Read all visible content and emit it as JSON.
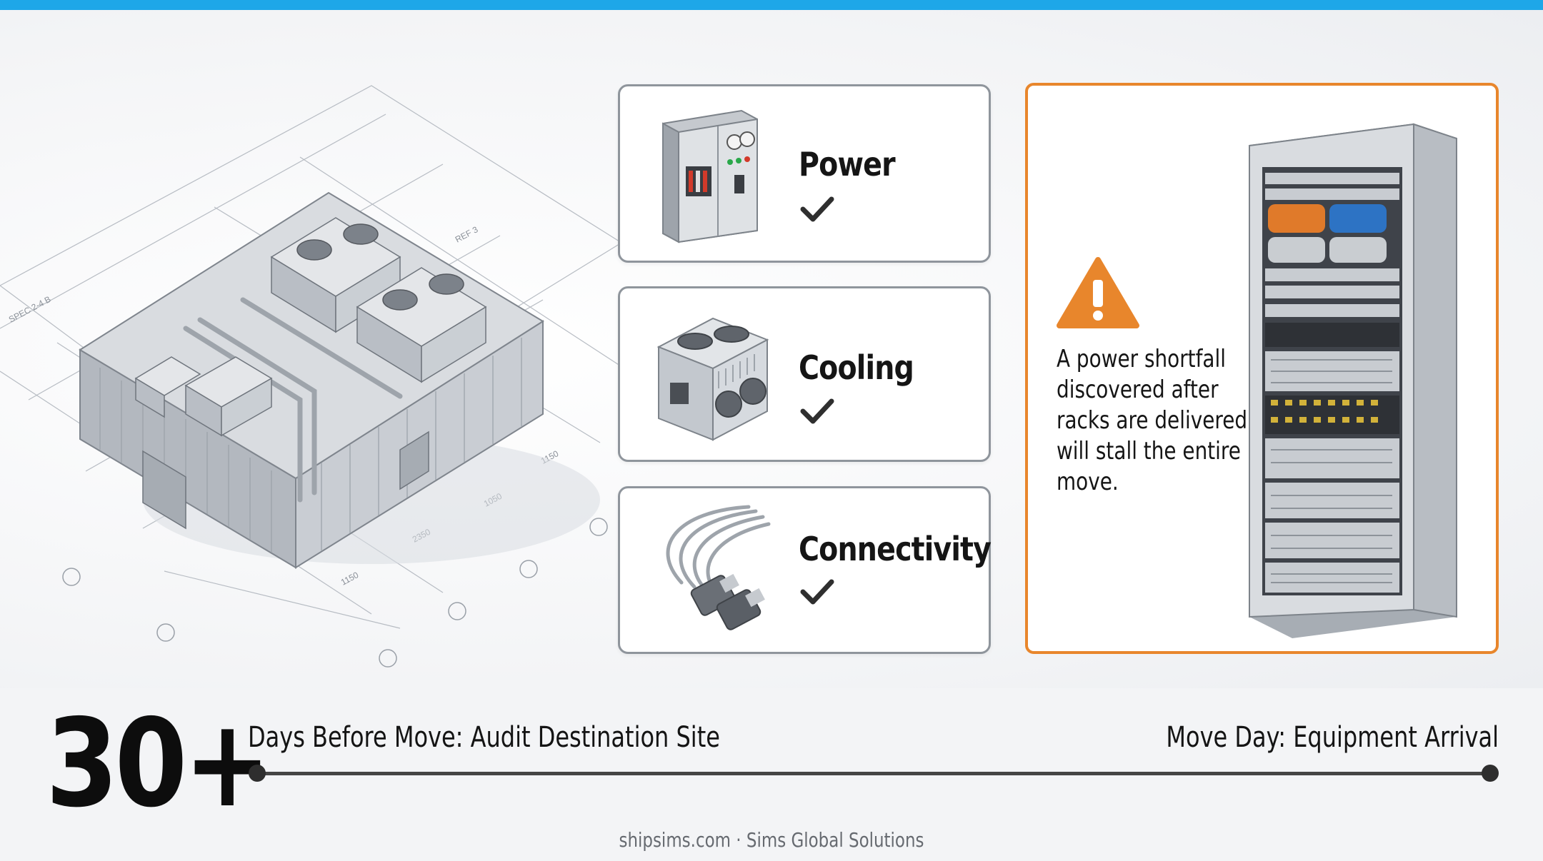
{
  "colors": {
    "top_bar": "#1ea7e8",
    "warning_accent": "#e8862c",
    "card_border": "#8f959c",
    "text": "#141414"
  },
  "checklist": [
    {
      "label": "Power",
      "icon": "electrical-panel-icon",
      "status_icon": "checkmark-icon"
    },
    {
      "label": "Cooling",
      "icon": "cooling-unit-icon",
      "status_icon": "checkmark-icon"
    },
    {
      "label": "Connectivity",
      "icon": "fiber-cable-icon",
      "status_icon": "checkmark-icon"
    }
  ],
  "warning": {
    "icon": "warning-triangle-icon",
    "text": "A power shortfall discovered after racks are delivered will stall the entire move."
  },
  "timeline": {
    "big_number": "30+",
    "start_label": "Days Before Move: Audit Destination Site",
    "end_label": "Move Day: Equipment Arrival"
  },
  "footer": "shipsims.com · Sims Global Solutions"
}
